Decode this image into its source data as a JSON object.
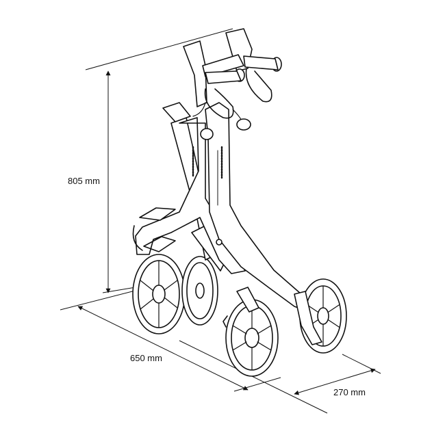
{
  "dimensions": {
    "height": "805 mm",
    "length": "650 mm",
    "width": "270 mm"
  },
  "colors": {
    "line": "#111111",
    "background": "#ffffff",
    "frame_fill": "#ffffff"
  },
  "icons": {
    "product": "rollator-walker-illustration"
  }
}
